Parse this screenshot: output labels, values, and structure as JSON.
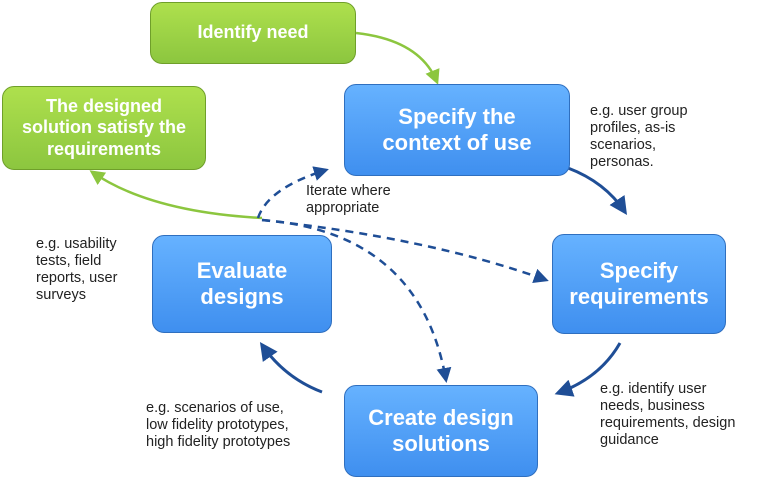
{
  "nodes": {
    "identify_need": "Identify need",
    "solution_satisfies": "The designed\nsolution satisfy the\nrequirements",
    "specify_context": "Specify the\ncontext of use",
    "specify_requirements": "Specify\nrequirements",
    "create_solutions": "Create design\nsolutions",
    "evaluate_designs": "Evaluate\ndesigns"
  },
  "annotations": {
    "context_examples": "e.g. user group\nprofiles, as-is\nscenarios,\npersonas.",
    "iterate": "Iterate where\nappropriate",
    "evaluate_examples": "e.g. usability\ntests, field\nreports, user\nsurveys",
    "requirements_examples": "e.g. identify user\nneeds, business\nrequirements, design\nguidance",
    "solutions_examples": "e.g. scenarios of use,\nlow fidelity prototypes,\nhigh fidelity prototypes"
  },
  "colors": {
    "green_fill": "#9dd443",
    "blue_fill": "#4a9bf5",
    "arrow_green": "#8cc63f",
    "arrow_blue": "#1f4e96"
  }
}
